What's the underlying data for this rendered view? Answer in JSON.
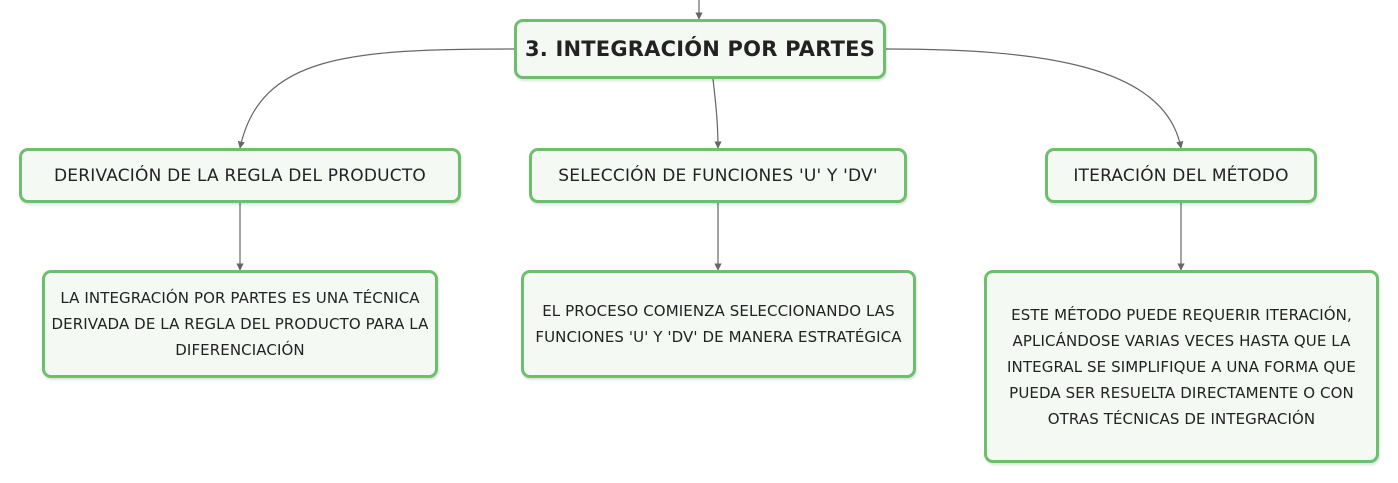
{
  "root": {
    "label": "3. INTEGRACIÓN POR PARTES"
  },
  "branches": [
    {
      "label": "DERIVACIÓN DE LA REGLA DEL PRODUCTO",
      "detail": "LA INTEGRACIÓN POR PARTES ES UNA TÉCNICA DERIVADA DE LA REGLA DEL PRODUCTO PARA LA DIFERENCIACIÓN"
    },
    {
      "label": "SELECCIÓN DE FUNCIONES 'U' Y 'DV'",
      "detail": "EL PROCESO COMIENZA SELECCIONANDO LAS FUNCIONES 'U' Y 'DV' DE MANERA ESTRATÉGICA"
    },
    {
      "label": "ITERACIÓN DEL MÉTODO",
      "detail": "ESTE MÉTODO PUEDE REQUERIR ITERACIÓN, APLICÁNDOSE VARIAS VECES HASTA QUE LA INTEGRAL SE SIMPLIFIQUE A UNA FORMA QUE PUEDA SER RESUELTA DIRECTAMENTE O CON OTRAS TÉCNICAS DE INTEGRACIÓN"
    }
  ],
  "colors": {
    "node_border": "#6cbf6c",
    "node_fill": "#f4f9f4",
    "connector": "#666666"
  }
}
